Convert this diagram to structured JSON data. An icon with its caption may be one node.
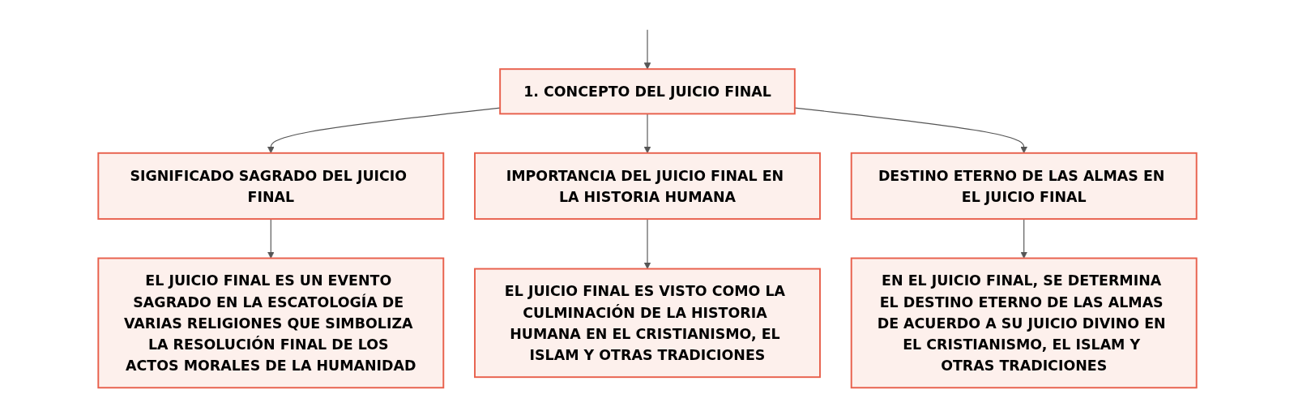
{
  "diagram": {
    "nodes": [
      {
        "text": [
          "1. CONCEPTO DEL JUICIO FINAL"
        ]
      },
      {
        "text": [
          "SIGNIFICADO SAGRADO DEL JUICIO FINAL"
        ]
      },
      {
        "text": [
          "IMPORTANCIA DEL JUICIO FINAL EN LA HISTORIA HUMANA"
        ]
      },
      {
        "text": [
          "DESTINO ETERNO DE LAS ALMAS EN EL JUICIO FINAL"
        ]
      },
      {
        "text": [
          "EL JUICIO FINAL ES UN EVENTO SAGRADO EN LA ESCATOLOGÍA DE VARIAS RELIGIONES QUE SIMBOLIZA LA RESOLUCIÓN FINAL DE LOS ACTOS MORALES DE LA HUMANIDAD"
        ]
      },
      {
        "text": [
          "EL JUICIO FINAL ES VISTO COMO LA CULMINACIÓN DE LA HISTORIA HUMANA EN EL CRISTIANISMO, EL ISLAM Y OTRAS TRADICIONES"
        ]
      },
      {
        "text": [
          "EN EL JUICIO FINAL, SE DETERMINA EL DESTINO ETERNO DE LAS ALMAS DE ACUERDO A SU JUICIO DIVINO EN EL CRISTIANISMO, EL ISLAM Y OTRAS TRADICIONES"
        ]
      }
    ],
    "edges": [
      {
        "from": null,
        "to": 0,
        "arrow": "to"
      },
      {
        "from": 0,
        "to": 1,
        "arrow": "to"
      },
      {
        "from": 0,
        "to": 2,
        "arrow": "to"
      },
      {
        "from": 0,
        "to": 3,
        "arrow": "to"
      },
      {
        "from": 1,
        "to": 4,
        "arrow": "to"
      },
      {
        "from": 2,
        "to": 5,
        "arrow": "to"
      },
      {
        "from": 3,
        "to": 6,
        "arrow": "to"
      }
    ]
  }
}
